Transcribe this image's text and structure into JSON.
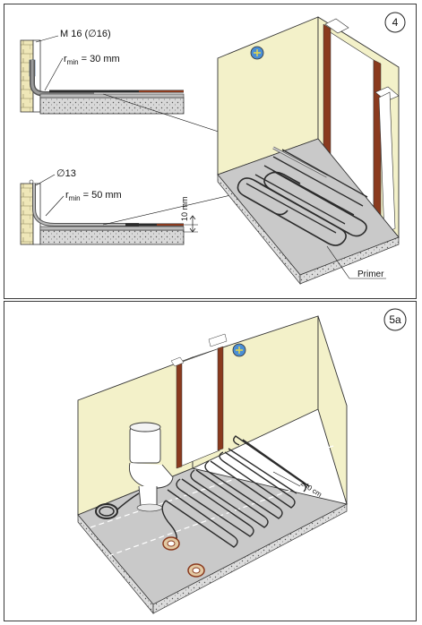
{
  "figure_4": {
    "badge": "4",
    "upper_detail": {
      "conduit_label": "M 16  (∅16)",
      "radius_prefix": "r",
      "radius_sub": "min",
      "radius_value": " = 30 mm"
    },
    "lower_detail": {
      "diameter_label": "∅13",
      "radius_prefix": "r",
      "radius_sub": "min",
      "radius_value": " = 50 mm",
      "depth_label": "10 mm"
    },
    "primer_label": "Primer"
  },
  "figure_5a": {
    "badge": "5a",
    "spacing_label": "≥40 cm"
  },
  "colors": {
    "wall": "#f3f1c9",
    "floor": "#c9c9c9",
    "slab": "#d8d8d8",
    "door_frame": "#8a3a1e",
    "cable": "#2b2b2b",
    "screed_dots": "#555555"
  }
}
